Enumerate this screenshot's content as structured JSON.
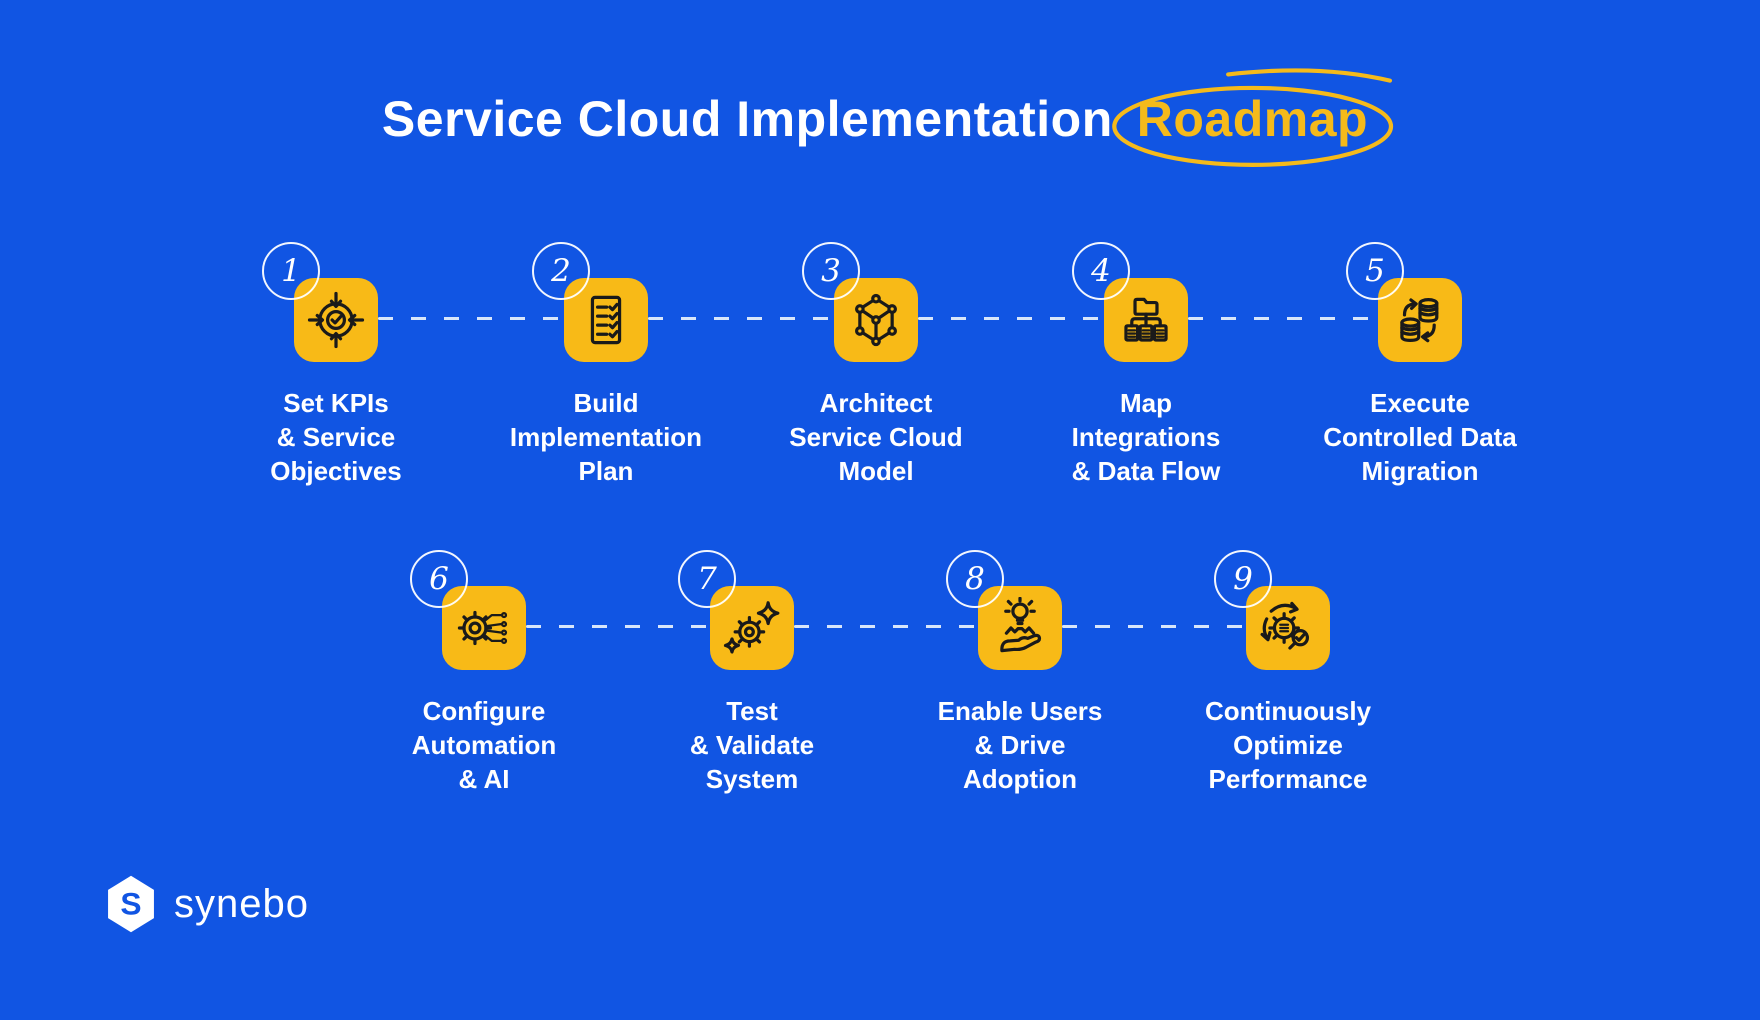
{
  "title": {
    "main": "Service Cloud Implementation",
    "highlight": "Roadmap"
  },
  "colors": {
    "background": "#1155E3",
    "box_yellow": "#F8BA17",
    "title_highlight": "#F5BA1B",
    "dash": "#D8E6FA",
    "icon_stroke": "#1A1A1A",
    "text": "#FFFFFF"
  },
  "steps": [
    {
      "number": "1",
      "icon": "target-check-icon",
      "label": "Set KPIs\n& Service\nObjectives"
    },
    {
      "number": "2",
      "icon": "checklist-icon",
      "label": "Build\nImplementation\nPlan"
    },
    {
      "number": "3",
      "icon": "network-model-icon",
      "label": "Architect\nService Cloud\nModel"
    },
    {
      "number": "4",
      "icon": "folder-tree-icon",
      "label": "Map\nIntegrations\n& Data Flow"
    },
    {
      "number": "5",
      "icon": "database-sync-icon",
      "label": "Execute\nControlled Data\nMigration"
    },
    {
      "number": "6",
      "icon": "gear-circuit-icon",
      "label": "Configure\nAutomation\n& AI"
    },
    {
      "number": "7",
      "icon": "gear-sparkles-icon",
      "label": "Test\n& Validate\nSystem"
    },
    {
      "number": "8",
      "icon": "hand-idea-icon",
      "label": "Enable Users\n& Drive\nAdoption"
    },
    {
      "number": "9",
      "icon": "optimize-cycle-icon",
      "label": "Continuously\nOptimize\nPerformance"
    }
  ],
  "logo": {
    "text": "synebo"
  }
}
